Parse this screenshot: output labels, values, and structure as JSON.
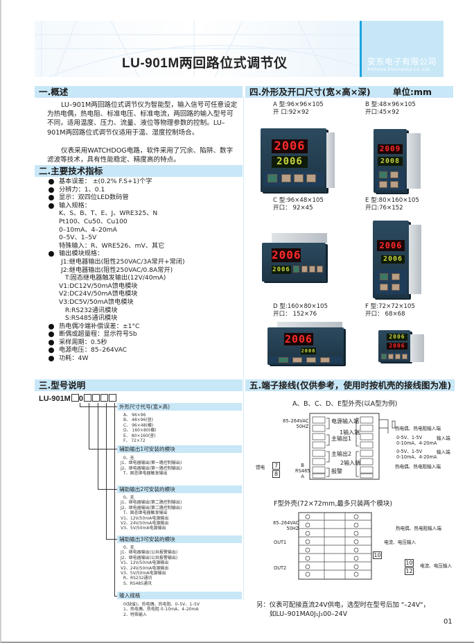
{
  "header": {
    "title": "LU-901M两回路位式调节仪",
    "company_cn": "安东电子有限公司",
    "company_en": "Anthone Electronics Co.,Ltd.",
    "accent_color": "#19a3e0",
    "band_color": "#c8e7f7"
  },
  "sections": {
    "overview": {
      "heading": "一.概述",
      "paragraphs": [
        "LU–901M两回路位式调节仪为智能型，输入信号可任意设定为热电偶，热电阻、标准电压、标准电流，两回路的输入型号可不同，适用温度、压力、流量、液位等物理参数的控制。LU–901M两回路位式调节仪适用于温、湿度控制场合。",
        "仪表采用WATCHDOG电路，软件采用了冗余、陷阱、数字滤波等技术，具有性能稳定、精度高的特点。"
      ]
    },
    "specs": {
      "heading": "二.主要技术指标",
      "items": [
        {
          "bullet": true,
          "text": "基本误差： ±(0.2% F.S+1)个字"
        },
        {
          "bullet": true,
          "text": "分辨力：1、0.1"
        },
        {
          "bullet": true,
          "text": "显示：双四位LED数码管"
        },
        {
          "bullet": true,
          "text": "输入规格："
        },
        {
          "bullet": false,
          "text": "K、S、B、T、E、J、WRE325、N"
        },
        {
          "bullet": false,
          "text": "Pt100、Cu50、Cu100"
        },
        {
          "bullet": false,
          "text": "0–10mA、4–20mA"
        },
        {
          "bullet": false,
          "text": "0–5V、1–5V"
        },
        {
          "bullet": false,
          "text": "特殊输入：R、WRE526、mV、其它"
        },
        {
          "bullet": true,
          "text": "输出模块规格："
        },
        {
          "bullet": false,
          "text": "J1:继电器输出(阻性250VAC/3A常开+常闭)"
        },
        {
          "bullet": false,
          "text": "J2:继电器输出(阻性250VAC/0.8A常开)"
        },
        {
          "bullet": false,
          "text": "  T:固态继电器触发输出(12V/40mA)"
        },
        {
          "bullet": false,
          "text": "V1:DC12V/50mA馈电模块"
        },
        {
          "bullet": false,
          "text": "V2:DC24V/50mA馈电模块"
        },
        {
          "bullet": false,
          "text": "V3:DC5V/50mA馈电模块"
        },
        {
          "bullet": false,
          "text": "  R:RS232通讯模块"
        },
        {
          "bullet": false,
          "text": "  S:RS485通讯模块"
        },
        {
          "bullet": true,
          "text": "热电偶冷端补偿误差：±1°C"
        },
        {
          "bullet": true,
          "text": "断偶或超量程：显示符号Sb"
        },
        {
          "bullet": true,
          "text": "采样周期：0.5秒"
        },
        {
          "bullet": true,
          "text": "电源电压：85–264VAC"
        },
        {
          "bullet": true,
          "text": "功耗：4W"
        }
      ]
    },
    "model": {
      "heading": "三.型号说明",
      "code_prefix": "LU-901M",
      "code_fixed": "0",
      "groups": [
        {
          "label": "外形尺寸代号(宽×高)",
          "options": "A、 96×96\nB、 48×96(竖)\nC、 96×48(横)\nD、 160×80(横)\nE、 80×160(竖)\nF、 72×72"
        },
        {
          "label": "辅助输出1可安装的模块",
          "options": "  0、无\nJ1、继电器输出(第一路控制输出)\nJ2、继电器输出(第一路控制输出)\n  T、固态继电器触发输出"
        },
        {
          "label": "辅助输出2可安装的模块",
          "options": "  0、无\nJ1、继电器输出(第二路控制输出)\nJ2、继电器输出(第二路控制输出)\n  T、固态继电器触发输出\nV1、12V/50mA电源输出\nV2、24V/50mA电源输出\nV3、5V/50mA电源输出"
        },
        {
          "label": "辅助输出3可安装的模块",
          "options": "  0、无\nJ1、继电器输出(公共报警输出)\nJ2、继电器输出(公共报警输出)\nV1、12V/50mA电源输出\nV2、24V/50mA电源输出\nV3、5V/50mA电源输出\n  R、RS232通讯\n  S、RS485通讯"
        },
        {
          "label": "输入规格",
          "options": "0(缺省)、热电偶、热电阻、0–5V、1–5V\n1、热电偶、热电阻 0–10mA、4–20mA\n2、特殊输入"
        }
      ]
    },
    "dimensions": {
      "heading": "四.外形及开口尺寸(宽×高×深)",
      "unit": "单位:mm",
      "models": [
        {
          "type": "A 型:96×96×105",
          "cutout": "开 口:92×92",
          "pv": "2006",
          "sv": "2006"
        },
        {
          "type": "B 型:48×96×105",
          "cutout": "开口:45×92",
          "pv": "2009",
          "sv": "2008"
        },
        {
          "type": "C 型:96×48×105",
          "cutout": "开口： 92×45",
          "pv": "2006",
          "sv": "2006"
        },
        {
          "type": "E 型:80×160×105",
          "cutout": "开口:76×152",
          "pv": "2006",
          "sv": "2006"
        },
        {
          "type": "D 型:160×80×105",
          "cutout": "开口： 152×76",
          "pv": "2006",
          "sv": "2006"
        },
        {
          "type": "F 型:72×72×105",
          "cutout": "开口： 68×68",
          "pv": "2006",
          "sv": "2006"
        }
      ]
    },
    "wiring": {
      "heading": "五.端子接线(仅供参考，使用时按机壳的接线图为准)",
      "abcde_title": "A、B、C、D、E型外壳(以A型为例)",
      "abcde": {
        "power": "85–264VAC\n50HZ",
        "power_label": "电源输入端",
        "main_out1": "主输出1",
        "main_out2": "主输出2",
        "alarm": "报警",
        "rs485": "B\nRS485\nA",
        "in1": "1输入端",
        "in2": "2输入端",
        "tc1": "热电偶、热电阻输入端",
        "v1": "0-5V、1-5V\n0-10mA、4-20mA",
        "v1_tag": "输入端",
        "v2": "0-5V、1-5V\n0-10mA、4-20mA",
        "v2_tag": "输入端",
        "tc2": "热电偶、热电阻输入端",
        "feed": "馈电",
        "feed_t1": "7",
        "feed_t2": "8"
      },
      "f_title": "F型外壳(72×72mm,最多只装两个模块)",
      "f": {
        "power": "85–264VAC\n50HZ",
        "out1": "OUT1",
        "out2": "OUT2",
        "tc": "热电偶、热电阻输入端",
        "ci1": "电流、电压输入",
        "ci2": "电流、电压输入",
        "t10a": "10",
        "t10b": "10",
        "t12": "12"
      }
    }
  },
  "footer": {
    "note_line1": "另：仪表可配接直流24V供电，选型时在型号后加 \"–24V\"，",
    "note_line2": "如LU–901MA0J₁J₁00–24V",
    "page_number": "01"
  }
}
